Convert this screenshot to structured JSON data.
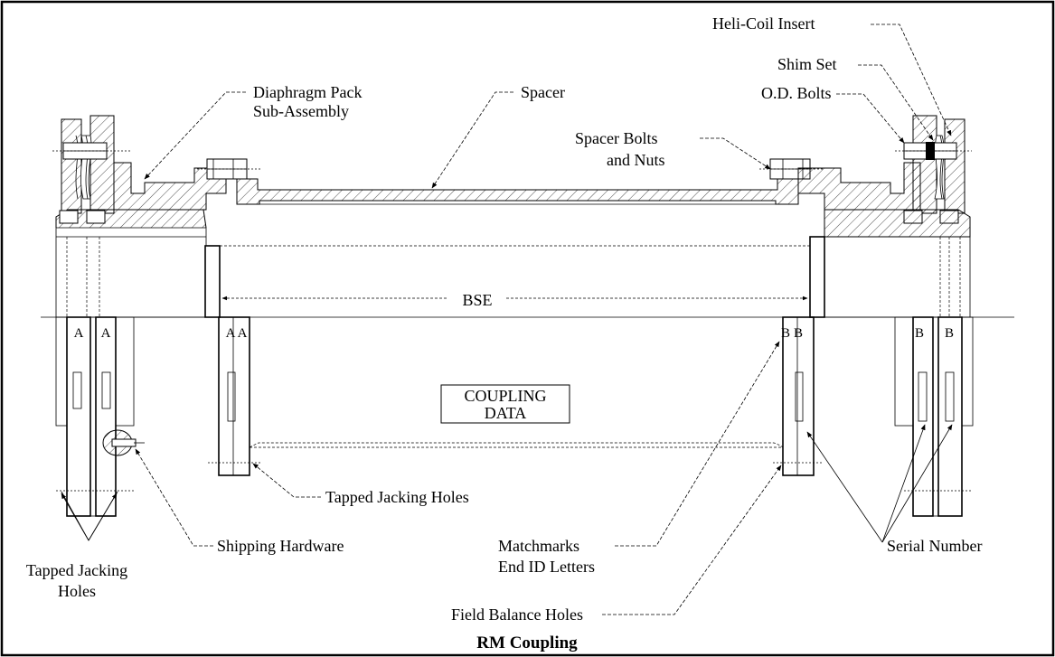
{
  "title": "RM Coupling",
  "callouts": {
    "heli_coil": "Heli-Coil Insert",
    "shim_set": "Shim Set",
    "od_bolts": "O.D. Bolts",
    "diaphragm_l1": "Diaphragm Pack",
    "diaphragm_l2": "Sub-Assembly",
    "spacer": "Spacer",
    "spacer_bolts_l1": "Spacer Bolts",
    "spacer_bolts_l2": "and Nuts",
    "bse": "BSE",
    "coupling_data_l1": "COUPLING",
    "coupling_data_l2": "DATA",
    "tapped_jacking_center": "Tapped Jacking Holes",
    "shipping_hardware": "Shipping Hardware",
    "tapped_jacking_l1": "Tapped Jacking",
    "tapped_jacking_l2": "Holes",
    "matchmarks_l1": "Matchmarks",
    "matchmarks_l2": "End ID Letters",
    "serial_number": "Serial Number",
    "field_balance": "Field Balance Holes"
  },
  "end_letters": {
    "left": [
      "A",
      "A",
      "A",
      "A"
    ],
    "right": [
      "B",
      "B",
      "B",
      "B"
    ]
  }
}
